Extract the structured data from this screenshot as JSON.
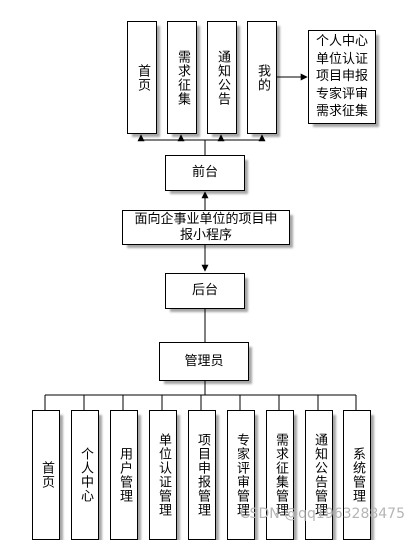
{
  "top_nodes": [
    "首页",
    "需求征集",
    "通知公告",
    "我的"
  ],
  "my_note": "个人中心单位认证项目申报专家评审需求征集",
  "frontend": "前台",
  "app": "面向企事业单位的项目申报小程序",
  "backend": "后台",
  "admin": "管理员",
  "admin_nodes": [
    "首页",
    "个人中心",
    "用户管理",
    "单位认证管理",
    "项目申报管理",
    "专家评审管理",
    "需求征集管理",
    "通知公告管理",
    "系统管理"
  ],
  "watermark": "CSDN @qq1963288475"
}
